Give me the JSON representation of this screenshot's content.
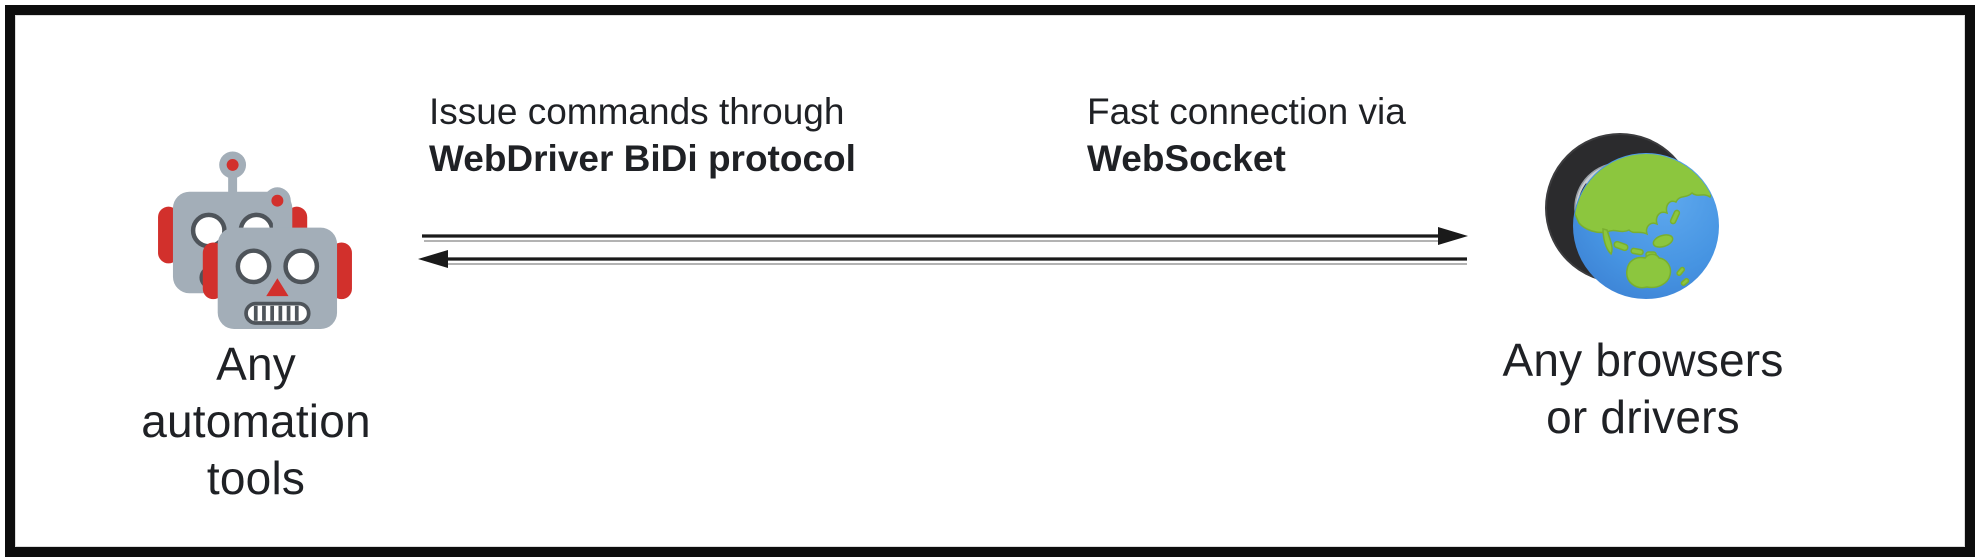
{
  "diagram": {
    "title_context": "WebDriver BiDi bidirectional communication diagram",
    "nodes": {
      "tools": {
        "icon": "robot-icon",
        "label": "Any\nautomation\ntools"
      },
      "browsers": {
        "icon": "globe-tire-icon",
        "label": "Any browsers\nor drivers"
      }
    },
    "annotations": {
      "command": {
        "line1": "Issue commands through",
        "line2": "WebDriver BiDi protocol"
      },
      "socket": {
        "line1": "Fast connection via",
        "line2": "WebSocket"
      }
    },
    "arrows": {
      "forward": {
        "icon": "arrow-right-icon",
        "direction": "left-to-right"
      },
      "backward": {
        "icon": "arrow-left-icon",
        "direction": "right-to-left"
      }
    },
    "colors": {
      "border": "#0d0d0d",
      "text": "#1f2125",
      "arrow": "#1a1a1a",
      "arrow_shadow": "#9a9a9a",
      "robot_body": "#a3aeb8",
      "robot_accent": "#d2302c",
      "robot_outline": "#4e545a",
      "globe_ocean": "#4694e2",
      "globe_land": "#8cc63e",
      "tire": "#2b2b2d",
      "rim": "#c9cdd2"
    }
  }
}
